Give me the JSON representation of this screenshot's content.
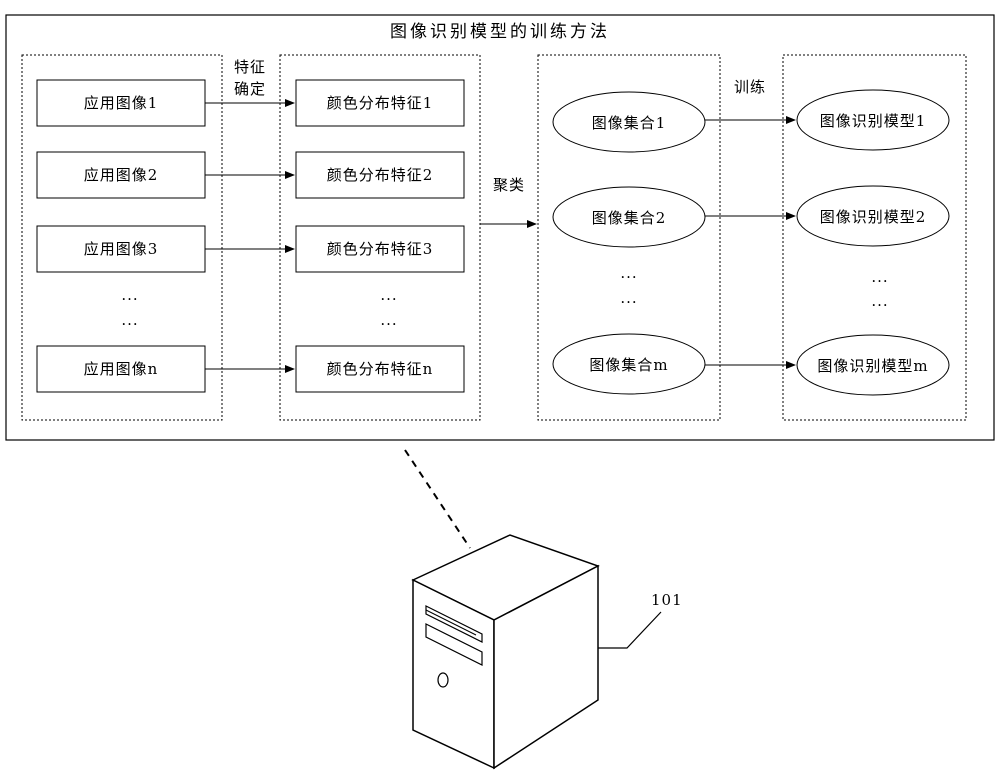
{
  "title": "图像识别模型的训练方法",
  "column_app_images": {
    "items": [
      "应用图像1",
      "应用图像2",
      "应用图像3",
      "应用图像n"
    ],
    "ellipsis": [
      "...",
      "..."
    ]
  },
  "edge_label_feature": {
    "line1": "特征",
    "line2": "确定"
  },
  "column_color_features": {
    "items": [
      "颜色分布特征1",
      "颜色分布特征2",
      "颜色分布特征3",
      "颜色分布特征n"
    ],
    "ellipsis": [
      "...",
      "..."
    ]
  },
  "edge_label_cluster": "聚类",
  "column_image_sets": {
    "items": [
      "图像集合1",
      "图像集合2",
      "图像集合m"
    ],
    "ellipsis": [
      "...",
      "..."
    ]
  },
  "edge_label_train": "训练",
  "column_models": {
    "items": [
      "图像识别模型1",
      "图像识别模型2",
      "图像识别模型m"
    ],
    "ellipsis": [
      "...",
      "..."
    ]
  },
  "computer": {
    "ref_label": "101"
  }
}
